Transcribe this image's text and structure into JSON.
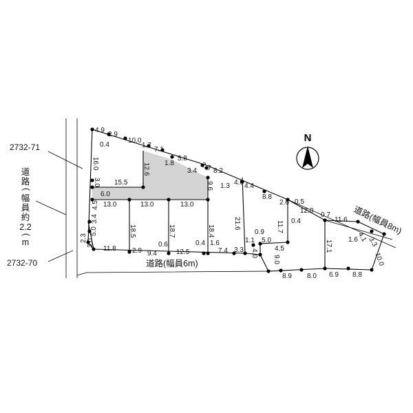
{
  "north_label": "N",
  "parcel_labels": {
    "upper": "2732-71",
    "lower": "2732-70"
  },
  "road_left_chars": [
    "道",
    "路",
    "(",
    "幅",
    "員",
    "約",
    "2.2",
    "(",
    "m"
  ],
  "road_bottom": "道路(幅員6m)",
  "road_right": "道路(幅員8m)",
  "top_edge": [
    "4.9",
    "2.9",
    "10.0",
    "1.7",
    "7.1",
    "5.8",
    "2.3",
    "8.2",
    "4.0",
    "4.4",
    "8.8",
    "2.6",
    "0.5",
    "12.0",
    "0.7",
    "11.6"
  ],
  "inner": [
    "0.4",
    "16.0",
    "12.6",
    "1.8",
    "3.4",
    "1.3",
    "3.0",
    "15.5",
    "9.6",
    "6.0",
    "13.0",
    "13.0",
    "13.0",
    "21.6",
    "0.4",
    "11.7",
    "0.9",
    "1.1",
    "5.0",
    "4.5",
    "17.1",
    "1.6",
    "4.1",
    "3.3",
    "10.0"
  ],
  "left_side": [
    "4.5",
    "3.4",
    "5.0",
    "2.3",
    "3.0"
  ],
  "lot_depths": [
    "18.5",
    "18.7",
    "18.4"
  ],
  "bottom_edge": [
    "11.8",
    "2.9",
    "9.4",
    "0.6",
    "12.5",
    "0.4",
    "1.6",
    "7.4",
    "3.3",
    "4.0"
  ],
  "lower_edge": [
    "9.0",
    "8.9",
    "8.0",
    "6.9",
    "8.8"
  ]
}
